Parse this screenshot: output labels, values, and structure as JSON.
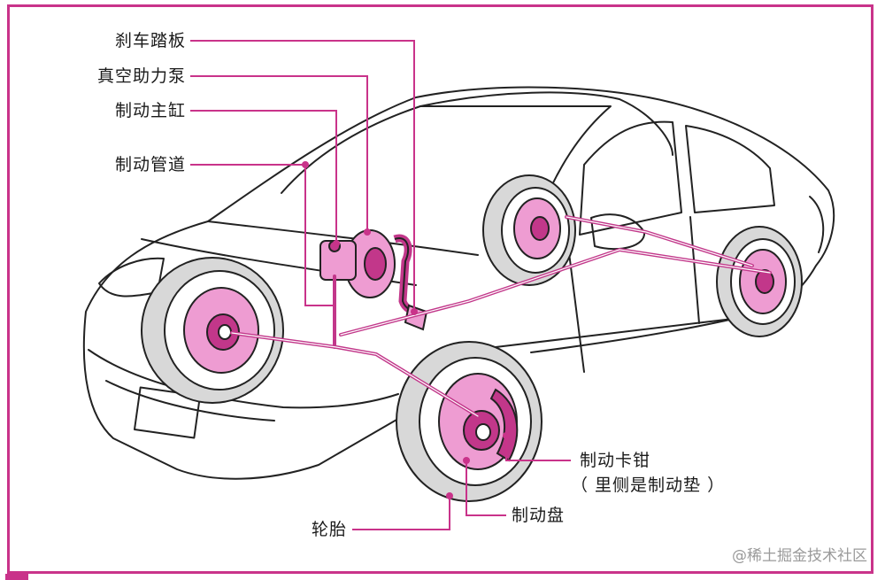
{
  "labels": {
    "brake_pedal": "刹车踏板",
    "vacuum_booster": "真空助力泵",
    "master_cylinder": "制动主缸",
    "brake_line": "制动管道",
    "caliper_line1": "制动卡钳",
    "caliper_line2": "（ 里侧是制动垫 ）",
    "tire": "轮胎",
    "disc": "制动盘"
  },
  "watermark": "@稀土掘金技术社区",
  "colors": {
    "accent": "#c9338a",
    "component_fill": "#ee9cd2",
    "component_dark": "#c2378a",
    "tire_fill": "#d8d8d8",
    "outline": "#222222"
  }
}
